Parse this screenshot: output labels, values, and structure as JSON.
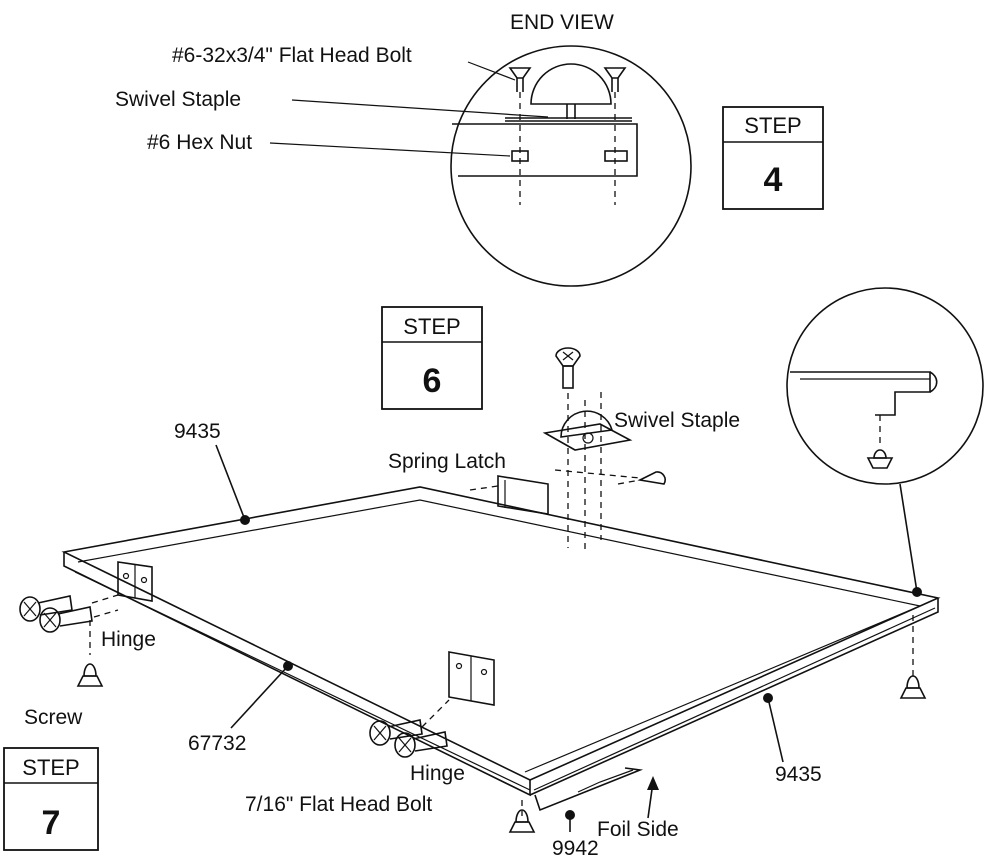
{
  "end_view": {
    "title": "END VIEW",
    "labels": {
      "flat_head_bolt": "#6-32x3/4\" Flat Head Bolt",
      "swivel_staple": "Swivel Staple",
      "hex_nut": "#6 Hex Nut"
    }
  },
  "steps": {
    "step4": {
      "title": "STEP",
      "number": "4"
    },
    "step6": {
      "title": "STEP",
      "number": "6"
    },
    "step7": {
      "title": "STEP",
      "number": "7"
    }
  },
  "parts": {
    "part_9435_top": "9435",
    "swivel_staple": "Swivel Staple",
    "spring_latch": "Spring Latch",
    "hinge_left": "Hinge",
    "screw": "Screw",
    "part_67732": "67732",
    "hinge_bottom": "Hinge",
    "flat_head_bolt": "7/16\" Flat Head Bolt",
    "foil_side": "Foil Side",
    "part_9435_right": "9435",
    "part_9942": "9942"
  }
}
